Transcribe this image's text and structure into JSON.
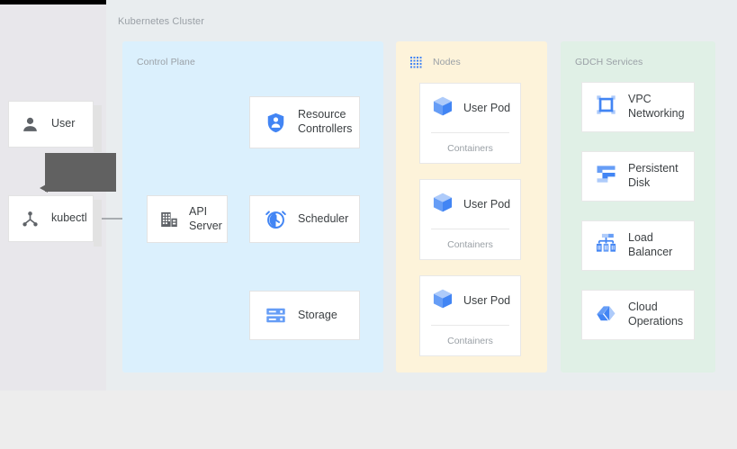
{
  "diagram": {
    "cluster_label": "Kubernetes Cluster",
    "colors": {
      "control_plane_bg": "#dbf0fd",
      "nodes_bg": "#fdf3da",
      "gdch_bg": "#e0f0e6",
      "card_bg": "#ffffff",
      "accent_blue": "#4285f4",
      "icon_gray": "#5f6368",
      "label_gray": "#9aa0a6",
      "text_dark": "#3c4043",
      "connector_gray": "#80868b",
      "overlay_gray": "#616161",
      "page_bg": "#ededed",
      "main_bg": "#e9edef",
      "left_bg": "#e8e7eb"
    }
  },
  "actors": [
    {
      "id": "user",
      "label": "User",
      "icon": "person-icon"
    },
    {
      "id": "kubectl",
      "label": "kubectl",
      "icon": "kubectl-node-icon"
    }
  ],
  "groups": {
    "control_plane": {
      "title": "Control Plane",
      "cards": [
        {
          "id": "resource",
          "label": "Resource\nControllers",
          "icon": "shield-person-icon"
        },
        {
          "id": "api",
          "label": "API\nServer",
          "icon": "building-server-icon"
        },
        {
          "id": "scheduler",
          "label": "Scheduler",
          "icon": "alarm-clock-icon"
        },
        {
          "id": "storage",
          "label": "Storage",
          "icon": "server-rack-icon"
        }
      ]
    },
    "nodes": {
      "title": "Nodes",
      "icon": "dotted-grid-icon",
      "pods": [
        {
          "id": "pod-1",
          "label": "User Pod",
          "icon": "cube-icon",
          "sub": "Containers"
        },
        {
          "id": "pod-2",
          "label": "User Pod",
          "icon": "cube-icon",
          "sub": "Containers"
        },
        {
          "id": "pod-3",
          "label": "User Pod",
          "icon": "cube-icon",
          "sub": "Containers"
        }
      ]
    },
    "gdch": {
      "title": "GDCH Services",
      "services": [
        {
          "id": "gdch-0",
          "label": "VPC\nNetworking",
          "icon": "vpc-network-icon"
        },
        {
          "id": "gdch-1",
          "label": "Persistent\nDisk",
          "icon": "persistent-disk-icon"
        },
        {
          "id": "gdch-2",
          "label": "Load\nBalancer",
          "icon": "load-balancer-icon"
        },
        {
          "id": "gdch-3",
          "label": "Cloud\nOperations",
          "icon": "cloud-operations-icon"
        }
      ]
    }
  },
  "connections": [
    {
      "from": "kubectl",
      "to": "api",
      "direction": "right"
    },
    {
      "from": "resource",
      "to": "api",
      "direction": "left-down"
    },
    {
      "from": "scheduler",
      "to": "api",
      "direction": "left"
    },
    {
      "from": "api",
      "to": "storage",
      "direction": "down-right"
    }
  ]
}
